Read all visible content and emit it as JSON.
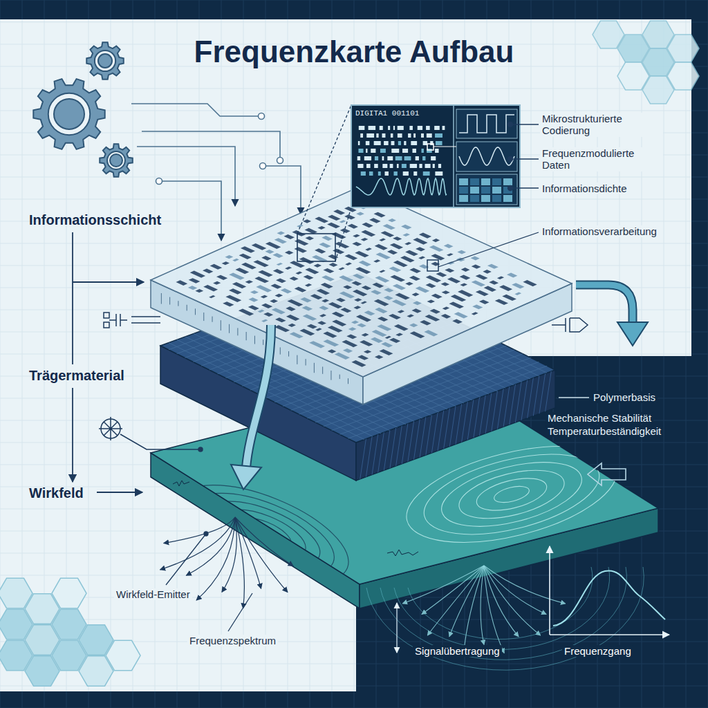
{
  "diagram": {
    "title": "Frequenzkarte Aufbau",
    "nodes": [
      {
        "text": [
          "Informationsschicht"
        ]
      },
      {
        "text": [
          "Trägermaterial"
        ]
      },
      {
        "text": [
          "Wirkfeld"
        ]
      }
    ],
    "edges": [
      {
        "from": 0,
        "to": 1,
        "arrow": "none"
      },
      {
        "from": 1,
        "to": 2,
        "arrow": "to"
      }
    ],
    "labels": [
      "DIGITA1 001101",
      "Mikrostrukturierte Codierung",
      "Frequenzmodulierte Daten",
      "Informationsdichte",
      "Informationsverarbeitung",
      "Polymerbasis",
      "Mechanische Stabilität",
      "Temperaturbeständigkeit",
      "Wirkfeld-Emitter",
      "Frequenzspektrum",
      "Signalübertragung",
      "Frequenzgang"
    ]
  }
}
